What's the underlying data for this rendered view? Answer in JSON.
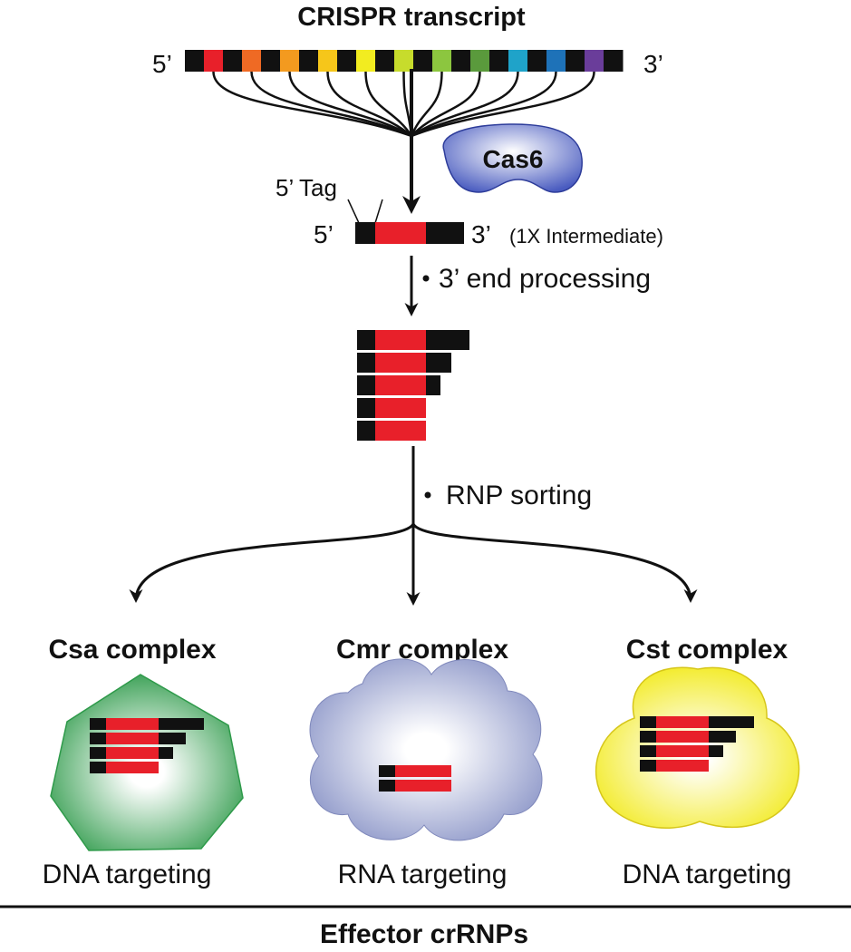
{
  "title": "CRISPR transcript",
  "transcript": {
    "five_prime": "5’",
    "three_prime": "3’",
    "spacer_colors": [
      "#e8202a",
      "#ef6a24",
      "#f39a1f",
      "#f6c61a",
      "#f2ec20",
      "#c7dc2c",
      "#8cc63f",
      "#5a9a3c",
      "#1fa3c9",
      "#1e72b8",
      "#6a3d9a"
    ],
    "repeat_color": "#111111"
  },
  "enzyme": {
    "label": "Cas6",
    "color": "#4a5cc0"
  },
  "intermediate": {
    "tag_label": "5’ Tag",
    "five_prime": "5’",
    "three_prime": "3’",
    "label": "(1X Intermediate)"
  },
  "steps": {
    "end_processing": "3’ end processing",
    "sorting": "RNP sorting"
  },
  "complexes": [
    {
      "name": "Csa complex",
      "targeting": "DNA targeting",
      "color": "#2e9a4a"
    },
    {
      "name": "Cmr complex",
      "targeting": "RNA targeting",
      "color": "#8c96c8"
    },
    {
      "name": "Cst complex",
      "targeting": "DNA targeting",
      "color": "#f2ea1e"
    }
  ],
  "footer": "Effector crRNPs"
}
